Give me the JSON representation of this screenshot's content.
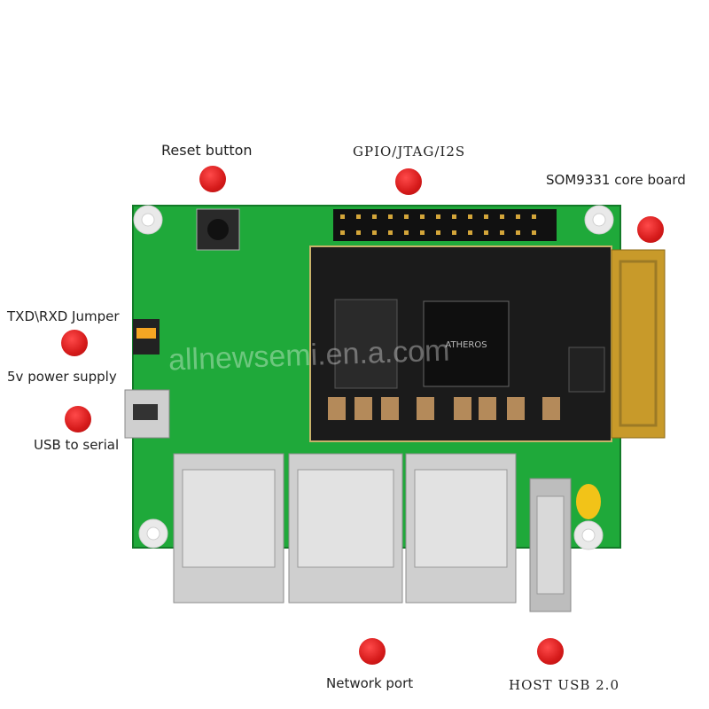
{
  "labels": {
    "reset": "Reset button",
    "gpio": "GPIO/JTAG/I2S",
    "core": "SOM9331 core board",
    "jumper": "TXD\\RXD Jumper",
    "power": "5v power supply",
    "usb_serial": "USB to serial",
    "network": "Network port",
    "host_usb": "HOST USB 2.0"
  },
  "watermark": "allnewsemi.en.a.com",
  "colors": {
    "pcb": "#1fa93a",
    "dot": "#d51a1a",
    "module": "#1b1b1b",
    "antenna": "#c89a2a",
    "rj45": "#c9c9c9"
  }
}
